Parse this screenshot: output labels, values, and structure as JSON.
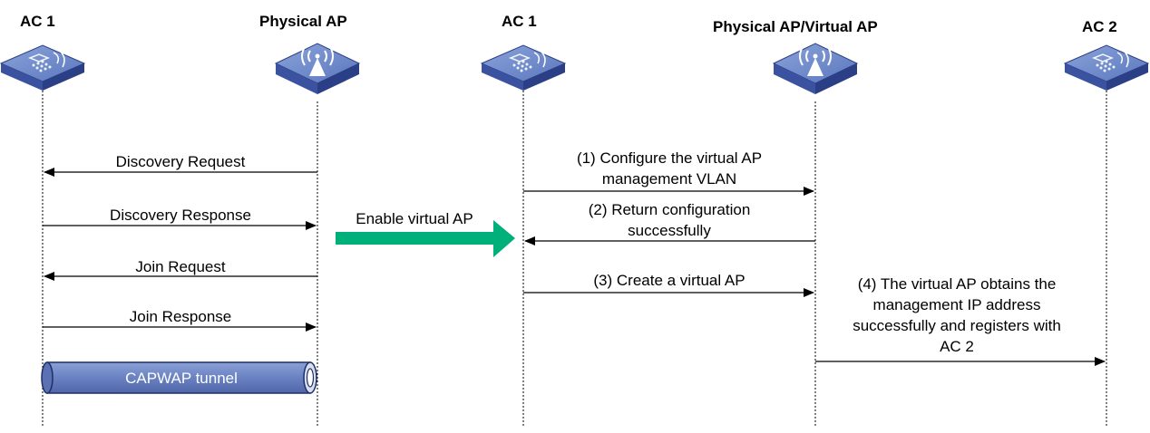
{
  "colors": {
    "device_top": "#6b86c8",
    "device_side": "#2b3f86",
    "tunnel": "#6a82c2",
    "enable_arrow": "#00b07a",
    "line": "#000000"
  },
  "left": {
    "entities": [
      {
        "name": "AC 1",
        "icon": "access-controller-icon"
      },
      {
        "name": "Physical AP",
        "icon": "access-point-icon"
      }
    ],
    "messages": [
      {
        "label": "Discovery Request",
        "direction": "to-ac"
      },
      {
        "label": "Discovery Response",
        "direction": "to-ap"
      },
      {
        "label": "Join Request",
        "direction": "to-ac"
      },
      {
        "label": "Join Response",
        "direction": "to-ap"
      }
    ],
    "tunnel_label": "CAPWAP tunnel"
  },
  "middle": {
    "label": "Enable virtual AP"
  },
  "right": {
    "entities": [
      {
        "name": "AC 1",
        "icon": "access-controller-icon"
      },
      {
        "name": "Physical AP/Virtual AP",
        "icon": "access-point-icon"
      },
      {
        "name": "AC 2",
        "icon": "access-controller-icon"
      }
    ],
    "steps": [
      {
        "lines": [
          "(1) Configure the virtual AP",
          "management VLAN"
        ]
      },
      {
        "lines": [
          "(2) Return configuration",
          "successfully"
        ]
      },
      {
        "lines": [
          "(3) Create a virtual AP"
        ]
      },
      {
        "lines": [
          "(4) The virtual AP obtains the",
          "management IP address",
          "successfully and registers with",
          "AC 2"
        ]
      }
    ]
  }
}
